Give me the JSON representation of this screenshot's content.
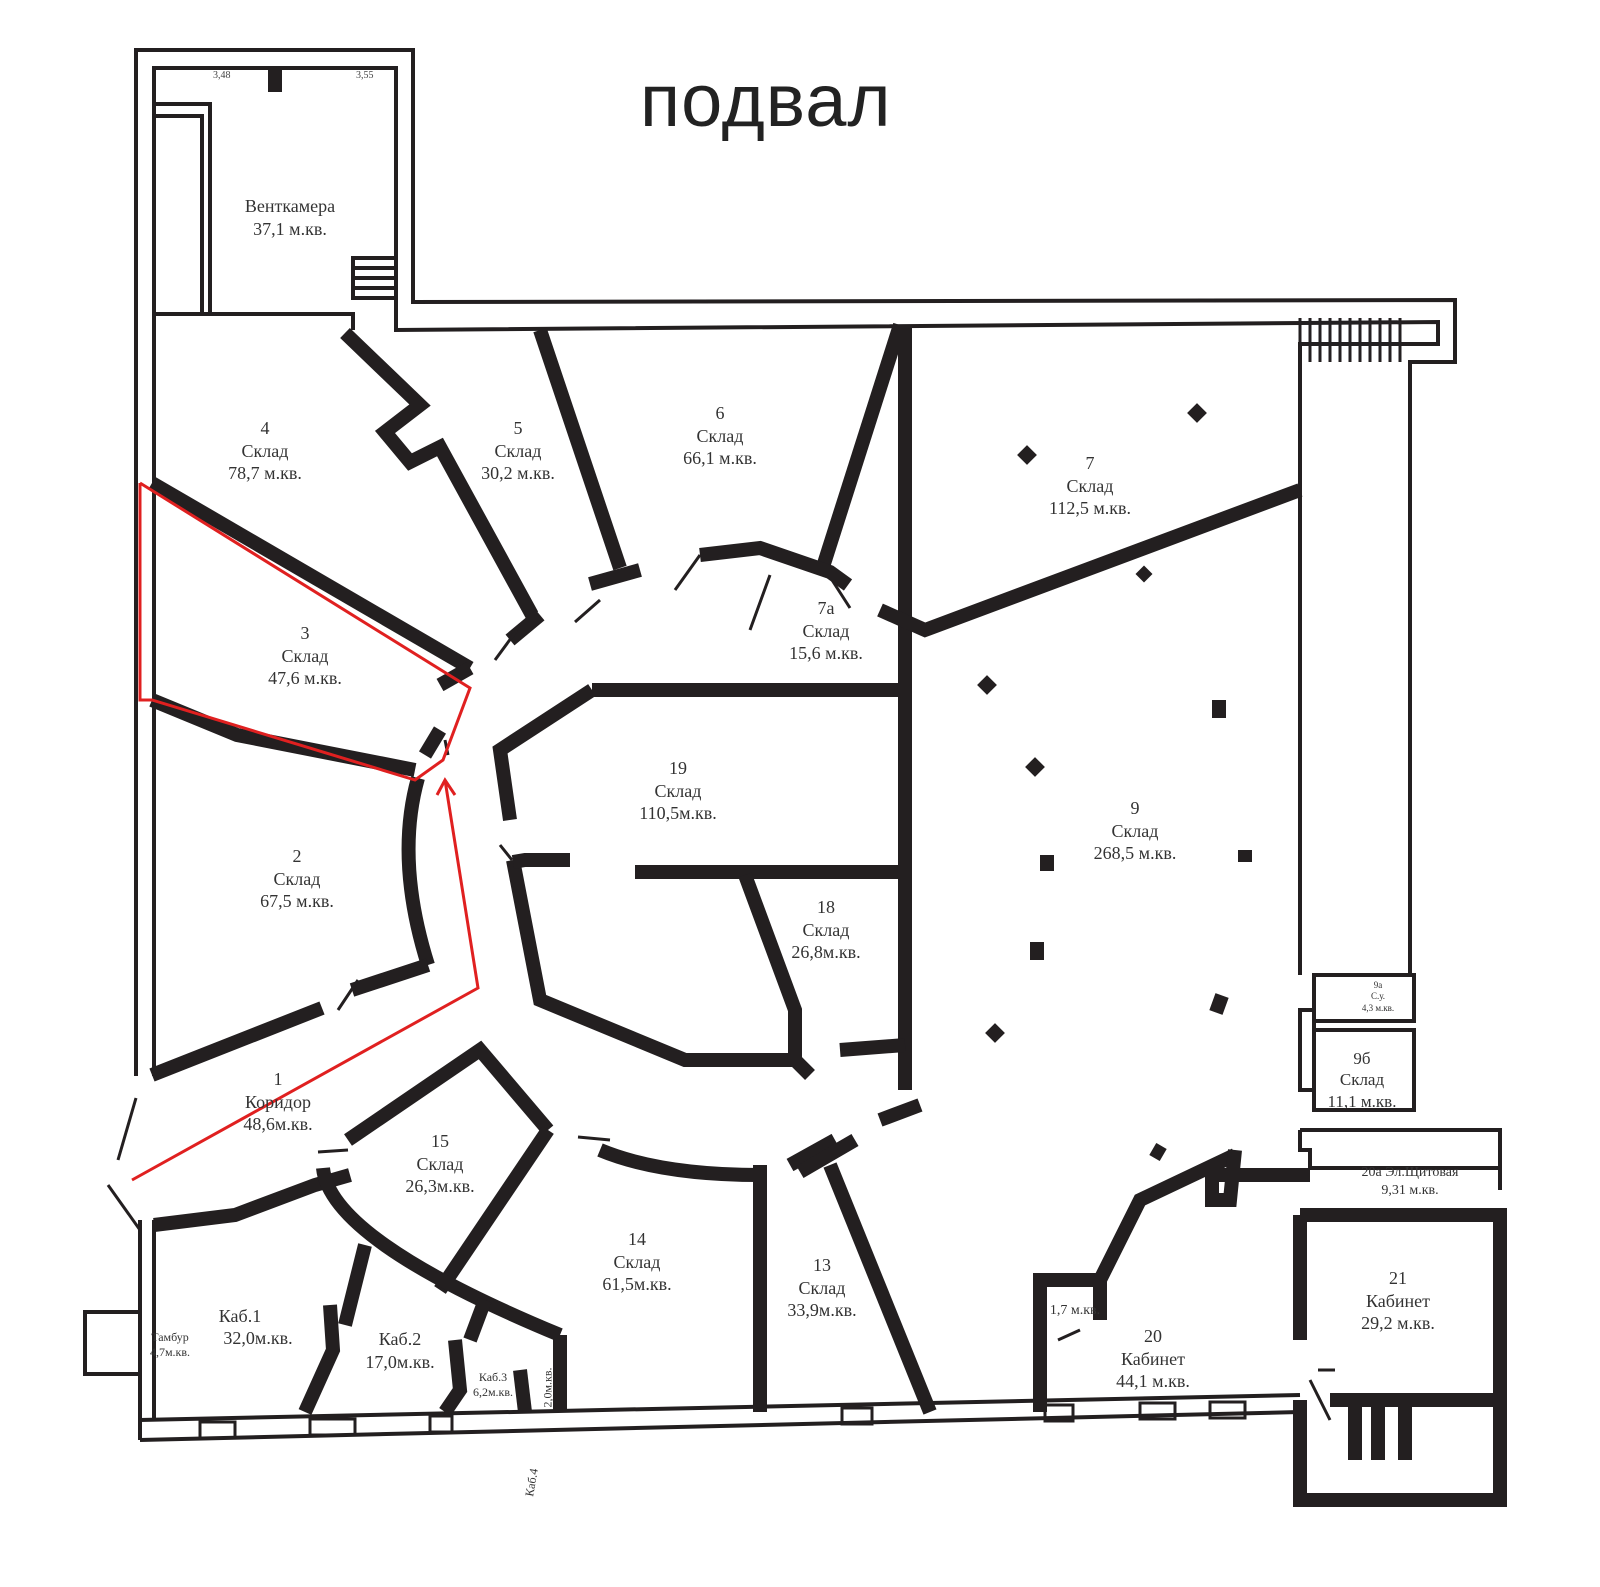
{
  "title": "подвал",
  "colors": {
    "wall": "#231f20",
    "highlight": "#e02020",
    "background": "#ffffff",
    "text": "#333333"
  },
  "dimensions": {
    "ventcam_left": "3,48",
    "ventcam_right": "3,55"
  },
  "rooms": {
    "ventcam": {
      "name": "Венткамера",
      "area": "37,1 м.кв."
    },
    "r1": {
      "num": "1",
      "name": "Коридор",
      "area": "48,6м.кв."
    },
    "r2": {
      "num": "2",
      "name": "Склад",
      "area": "67,5 м.кв."
    },
    "r3": {
      "num": "3",
      "name": "Склад",
      "area": "47,6 м.кв.",
      "highlighted": true
    },
    "r4": {
      "num": "4",
      "name": "Склад",
      "area": "78,7 м.кв."
    },
    "r5": {
      "num": "5",
      "name": "Склад",
      "area": "30,2 м.кв."
    },
    "r6": {
      "num": "6",
      "name": "Склад",
      "area": "66,1 м.кв."
    },
    "r7": {
      "num": "7",
      "name": "Склад",
      "area": "112,5 м.кв."
    },
    "r7a": {
      "num": "7а",
      "name": "Склад",
      "area": "15,6 м.кв."
    },
    "r9": {
      "num": "9",
      "name": "Склад",
      "area": "268,5 м.кв."
    },
    "r9a": {
      "num": "9а",
      "name": "С.у.",
      "area": "4,3 м.кв."
    },
    "r9b": {
      "num": "9б",
      "name": "Склад",
      "area": "11,1 м.кв."
    },
    "r13": {
      "num": "13",
      "name": "Склад",
      "area": "33,9м.кв."
    },
    "r14": {
      "num": "14",
      "name": "Склад",
      "area": "61,5м.кв."
    },
    "r15": {
      "num": "15",
      "name": "Склад",
      "area": "26,3м.кв."
    },
    "r18": {
      "num": "18",
      "name": "Склад",
      "area": "26,8м.кв."
    },
    "r19": {
      "num": "19",
      "name": "Склад",
      "area": "110,5м.кв."
    },
    "r20": {
      "num": "20",
      "name": "Кабинет",
      "area": "44,1 м.кв."
    },
    "r20a": {
      "name": "20а Эл.Щитовая",
      "area": "9,31 м.кв."
    },
    "r21": {
      "num": "21",
      "name": "Кабинет",
      "area": "29,2 м.кв."
    },
    "kab1": {
      "name": "Каб.1",
      "area": "32,0м.кв."
    },
    "kab2": {
      "name": "Каб.2",
      "area": "17,0м.кв."
    },
    "kab3": {
      "name": "Каб.3",
      "area": "6,2м.кв."
    },
    "kab4": {
      "name": "Каб.4",
      "area": "2,0м.кв."
    },
    "tambur": {
      "name": "Тамбур",
      "area": "4,7м.кв."
    },
    "small20": {
      "area": "1,7 м.кв."
    }
  }
}
